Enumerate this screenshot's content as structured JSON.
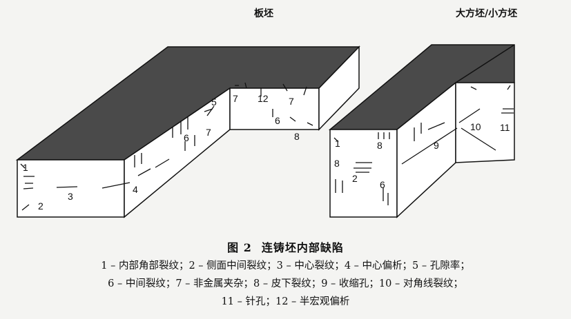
{
  "labels": {
    "slab": "板坯",
    "billet": "大方坯/小方坯"
  },
  "markers": {
    "slab": [
      "1",
      "2",
      "3",
      "4",
      "5",
      "6",
      "7",
      "12",
      "7",
      "6",
      "7",
      "8"
    ],
    "billet": [
      "1",
      "8",
      "8",
      "2",
      "6",
      "9",
      "10",
      "11"
    ]
  },
  "caption": {
    "figure": "图 2",
    "title": "连铸坯内部缺陷",
    "lines": [
      "1 – 内部角部裂纹；2 – 侧面中间裂纹；3 – 中心裂纹；4 – 中心偏析；5 – 孔隙率；",
      "6 – 中间裂纹；7 – 非金属夹杂；8 – 皮下裂纹；9 – 收缩孔；10 – 对角线裂纹；",
      "11 – 针孔；12 – 半宏观偏析"
    ]
  },
  "colors": {
    "top_face": "#4a4a4a",
    "face": "#ffffff",
    "line": "#111111"
  }
}
